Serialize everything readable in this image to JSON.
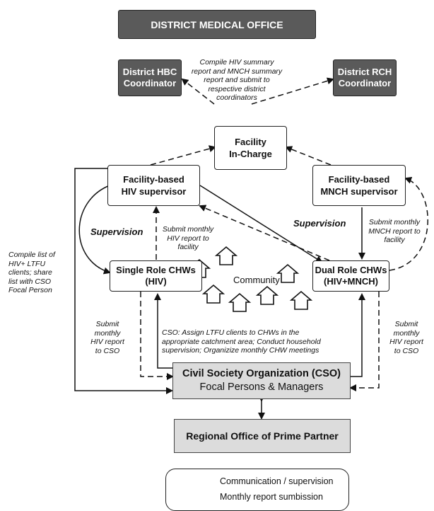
{
  "boxes": {
    "district_office": "DISTRICT MEDICAL OFFICE",
    "district_hbc": [
      "District HBC",
      "Coordinator"
    ],
    "district_rch": [
      "District RCH",
      "Coordinator"
    ],
    "facility_in_charge": [
      "Facility",
      "In-Charge"
    ],
    "hiv_supervisor": [
      "Facility-based",
      "HIV supervisor"
    ],
    "mnch_supervisor": [
      "Facility-based",
      "MNCH supervisor"
    ],
    "single_role": [
      "Single Role CHWs",
      "(HIV)"
    ],
    "dual_role": [
      "Dual Role CHWs",
      "(HIV+MNCH)"
    ],
    "cso": [
      "Civil Society Organization (CSO)",
      "Focal Persons & Managers"
    ],
    "regional_office": "Regional Office of Prime Partner"
  },
  "notes": {
    "compile_summary": [
      "Compile HIV summary",
      "report and MNCH summary",
      "report and submit to",
      "respective district",
      "coordinators"
    ],
    "submit_hiv_facility": [
      "Submit monthly",
      "HIV report to",
      "facility"
    ],
    "submit_mnch_facility": [
      "Submit monthly",
      "MNCH report to",
      "facility"
    ],
    "compile_list": [
      "Compile list of",
      "HIV+ LTFU",
      "clients; share",
      "list with CSO",
      "Focal Person"
    ],
    "submit_hiv_cso_left": [
      "Submit",
      "monthly",
      "HIV report",
      "to CSO"
    ],
    "submit_hiv_cso_right": [
      "Submit",
      "monthly",
      "HIV report",
      "to CSO"
    ],
    "cso_assign": [
      "CSO: Assign LTFU clients to CHWs in the",
      "appropriate catchment area; Conduct household",
      "supervision; Organizize monthly CHW meetings"
    ]
  },
  "labels": {
    "supervision_left": "Supervision",
    "supervision_right": "Supervision",
    "community": "Community"
  },
  "legend": {
    "solid": "Communication / supervision",
    "dashed": "Monthly report sumbission"
  }
}
